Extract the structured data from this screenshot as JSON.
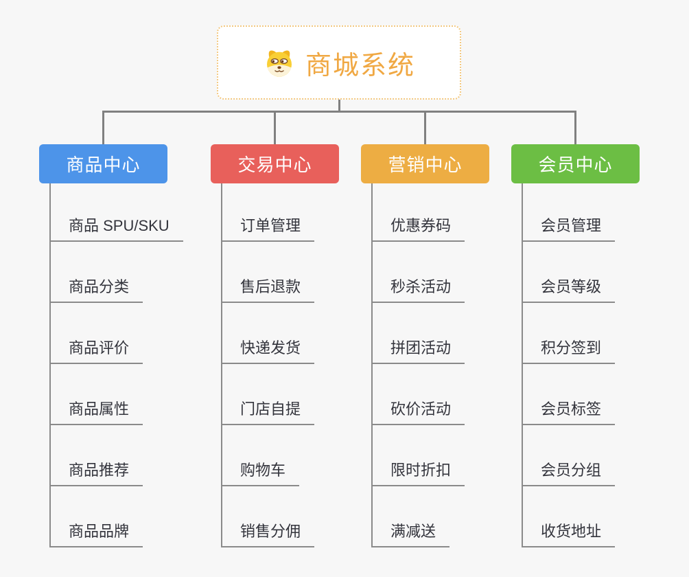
{
  "root": {
    "title": "商城系统",
    "icon": "doge-face-icon",
    "border_color": "#f3c87f",
    "title_color": "#f0a843"
  },
  "connector_color": "#808080",
  "background_color": "#f7f7f7",
  "leaf_text_color": "#33343c",
  "branches": [
    {
      "label": "商品中心",
      "color": "#4d94e9",
      "items": [
        "商品 SPU/SKU",
        "商品分类",
        "商品评价",
        "商品属性",
        "商品推荐",
        "商品品牌"
      ]
    },
    {
      "label": "交易中心",
      "color": "#e8605b",
      "items": [
        "订单管理",
        "售后退款",
        "快递发货",
        "门店自提",
        "购物车",
        "销售分佣"
      ]
    },
    {
      "label": "营销中心",
      "color": "#edad43",
      "items": [
        "优惠券码",
        "秒杀活动",
        "拼团活动",
        "砍价活动",
        "限时折扣",
        "满减送"
      ]
    },
    {
      "label": "会员中心",
      "color": "#6cbe44",
      "items": [
        "会员管理",
        "会员等级",
        "积分签到",
        "会员标签",
        "会员分组",
        "收货地址"
      ]
    }
  ]
}
